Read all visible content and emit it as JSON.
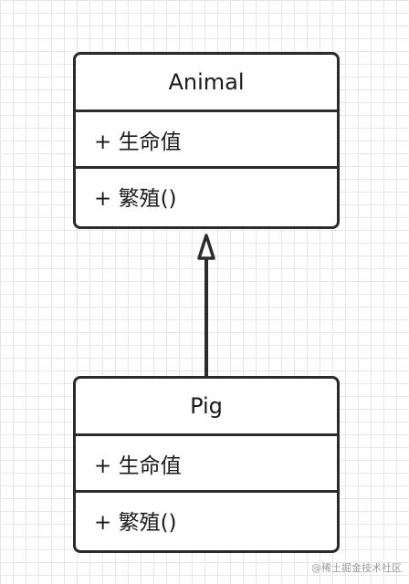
{
  "classes": [
    {
      "name": "Animal",
      "attributes": "+ 生命值",
      "methods": "+ 繁殖()"
    },
    {
      "name": "Pig",
      "attributes": "+ 生命值",
      "methods": "+ 繁殖()"
    }
  ],
  "relationship": {
    "type": "generalization",
    "from": "Pig",
    "to": "Animal"
  },
  "watermark": "@稀土掘金技术社区"
}
